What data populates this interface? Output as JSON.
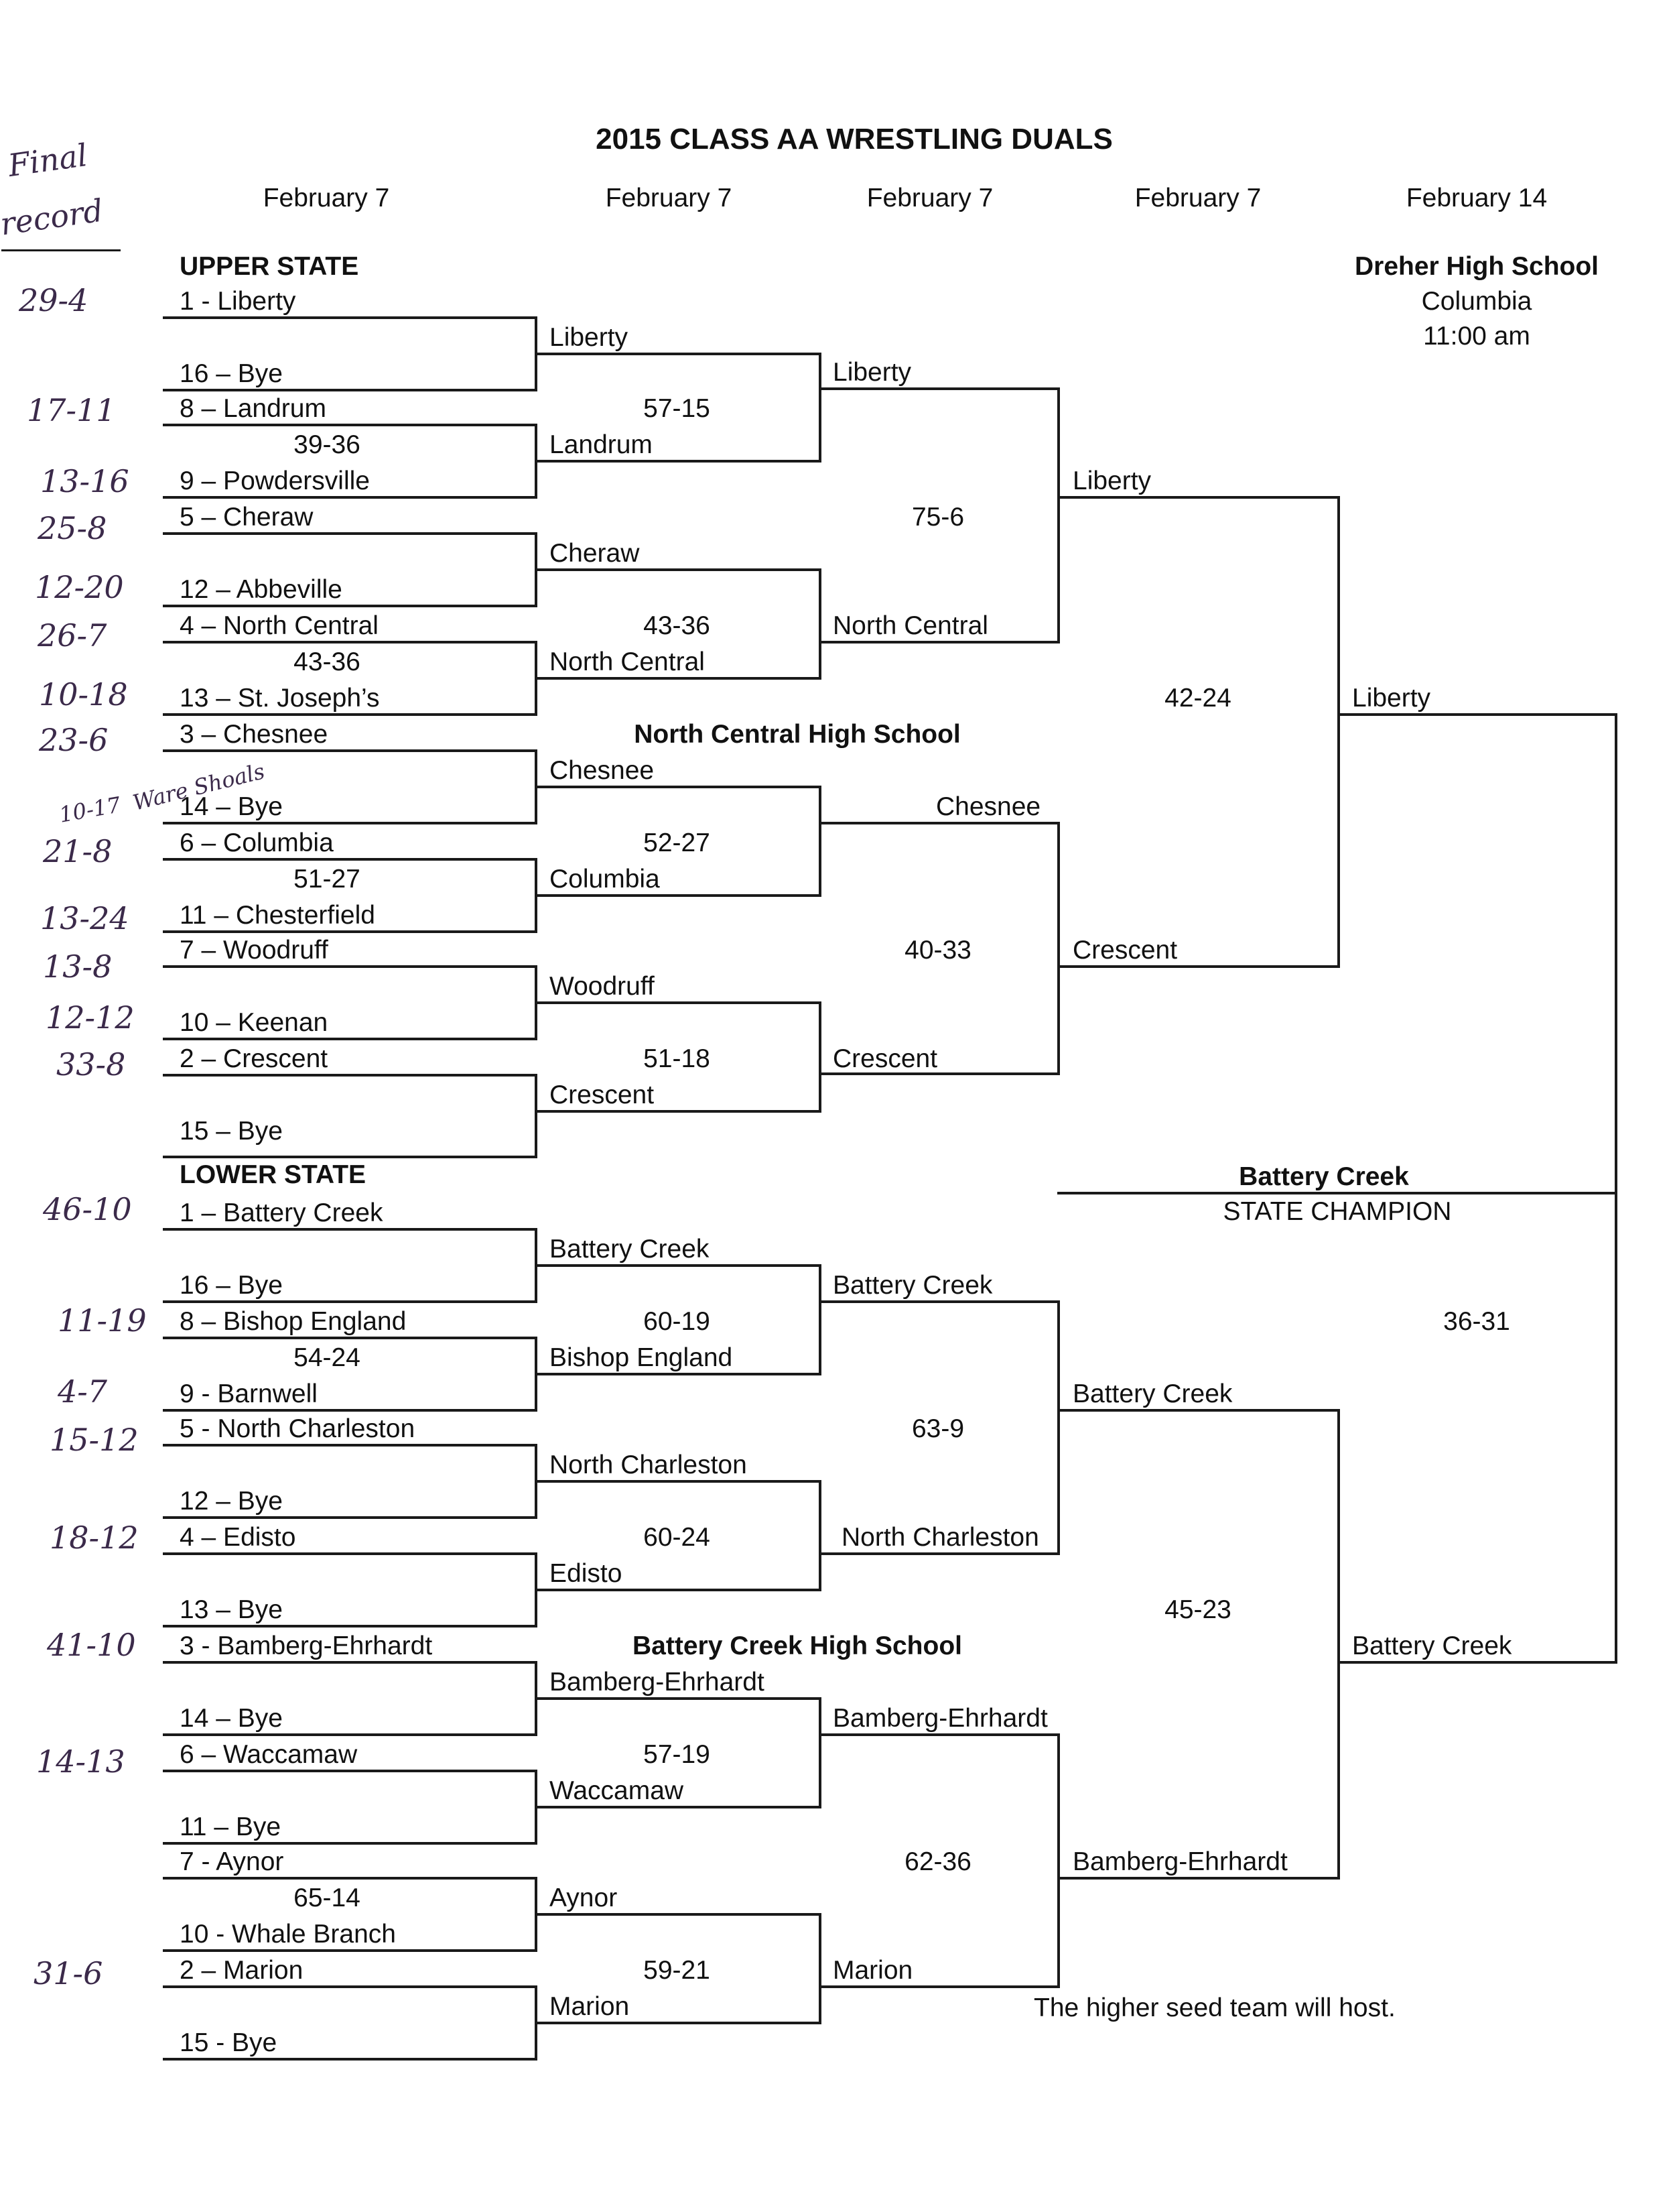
{
  "title": "2015 CLASS AA WRESTLING DUALS",
  "dates": [
    "February 7",
    "February 7",
    "February 7",
    "February 7",
    "February 14"
  ],
  "handwritten_header": [
    "Final",
    "record"
  ],
  "final_site": {
    "school": "Dreher High School",
    "city": "Columbia",
    "time": "11:00 am"
  },
  "section_labels": {
    "upper": "UPPER STATE",
    "lower": "LOWER STATE"
  },
  "round1_upper": [
    "1 - Liberty",
    "16 – Bye",
    "8 – Landrum",
    "9 – Powdersville",
    "5 – Cheraw",
    "12 – Abbeville",
    "4 – North Central",
    "13 – St. Joseph’s",
    "3 – Chesnee",
    "14 – Bye",
    "6 – Columbia",
    "11 – Chesterfield",
    "7 – Woodruff",
    "10 – Keenan",
    "2 – Crescent",
    "15 – Bye"
  ],
  "round1_lower": [
    "1 – Battery Creek",
    "16 – Bye",
    "8 – Bishop England",
    "9 - Barnwell",
    "5 - North Charleston",
    "12 – Bye",
    "4 – Edisto",
    "13 – Bye",
    "3 - Bamberg-Ehrhardt",
    "14 – Bye",
    "6 – Waccamaw",
    "11 – Bye",
    "7 - Aynor",
    "10 - Whale Branch",
    "2 – Marion",
    "15 - Bye"
  ],
  "round1_scores": [
    "39-36",
    "43-36",
    "51-27",
    "54-24",
    "65-14"
  ],
  "round2_upper": [
    "Liberty",
    "Landrum",
    "Cheraw",
    "North Central",
    "Chesnee",
    "Columbia",
    "Woodruff",
    "Crescent"
  ],
  "round2_lower": [
    "Battery Creek",
    "Bishop England",
    "North Charleston",
    "Edisto",
    "Bamberg-Ehrhardt",
    "Waccamaw",
    "Aynor",
    "Marion"
  ],
  "round2_scores": [
    "57-15",
    "43-36",
    "52-27",
    "51-18",
    "60-19",
    "60-24",
    "57-19",
    "59-21"
  ],
  "round3_upper": [
    "Liberty",
    "North Central",
    "Chesnee",
    "Crescent"
  ],
  "round3_lower": [
    "Battery Creek",
    "North Charleston",
    "Bamberg-Ehrhardt",
    "Marion"
  ],
  "round3_scores": [
    "75-6",
    "40-33",
    "63-9",
    "62-36"
  ],
  "round4_upper": [
    "Liberty",
    "Crescent"
  ],
  "round4_lower": [
    "Battery Creek",
    "Bamberg-Ehrhardt"
  ],
  "round4_scores": [
    "42-24",
    "45-23"
  ],
  "semis": [
    "Liberty",
    "Battery Creek"
  ],
  "final_score": "36-31",
  "champion": {
    "name": "Battery Creek",
    "label": "STATE CHAMPION"
  },
  "host_sites": [
    "North Central High School",
    "Battery Creek High School"
  ],
  "footnote": "The higher seed team will host.",
  "records_upper": [
    "29-4",
    "17-11",
    "13-16",
    "25-8",
    "12-20",
    "26-7",
    "10-18",
    "23-6",
    "10-17",
    "Ware Shoals",
    "21-8",
    "13-24",
    "13-8",
    "12-12",
    "33-8"
  ],
  "records_lower": [
    "46-10",
    "11-19",
    "4-7",
    "15-12",
    "18-12",
    "41-10",
    "14-13",
    "31-6"
  ]
}
